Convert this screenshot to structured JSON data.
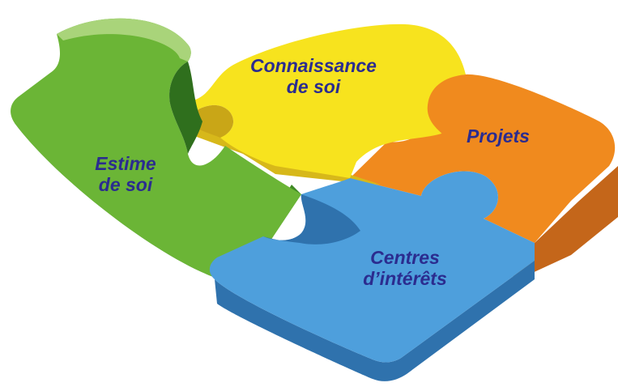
{
  "text_color": "#2b2c8f",
  "pieces": {
    "connaissance": {
      "line1": "Connaissance",
      "line2": "de soi",
      "color": "#f7e31e",
      "shade": "#d7b81a"
    },
    "projets": {
      "line1": "Projets",
      "color": "#f08a1e",
      "shade": "#c4661a"
    },
    "estime": {
      "line1": "Estime",
      "line2": "de soi",
      "color": "#6bb536",
      "shade": "#3f8a25"
    },
    "centres": {
      "line1": "Centres",
      "line2": "d’intérêts",
      "color": "#4e9fdc",
      "shade": "#2f72ad"
    }
  }
}
